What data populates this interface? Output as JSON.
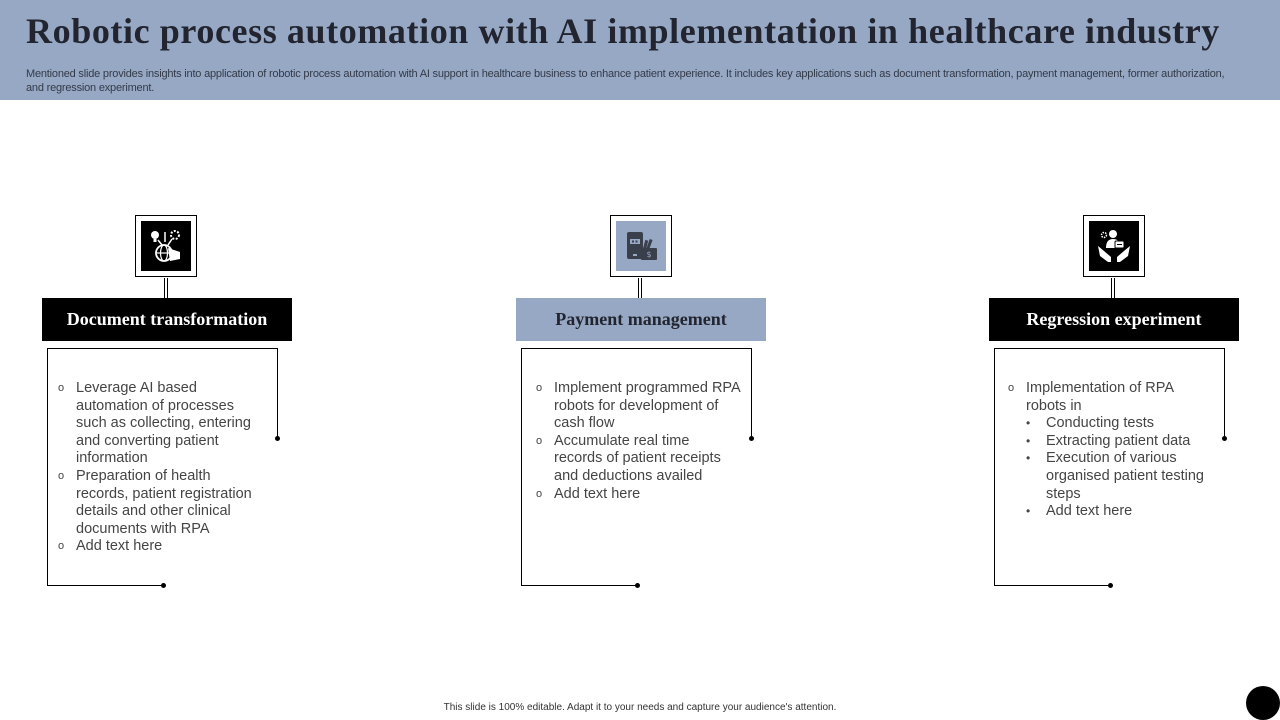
{
  "header": {
    "title": "Robotic process automation with AI implementation in healthcare industry",
    "subtitle": "Mentioned slide provides insights into application of robotic process automation with AI support in healthcare business to enhance patient experience. It includes key applications such as document transformation, payment management, former authorization, and regression experiment."
  },
  "colors": {
    "accent_blue": "#97a8c4",
    "dark": "#000000",
    "text": "#444444"
  },
  "columns": [
    {
      "icon": "globe-hand-ideas-gear-icon",
      "title": "Document transformation",
      "style": "dark",
      "items": [
        {
          "bullet": "o",
          "text": "Leverage AI based automation of processes such as collecting, entering and converting patient information"
        },
        {
          "bullet": "o",
          "text": "Preparation of health records, patient registration details and other clinical documents with RPA"
        },
        {
          "bullet": "o",
          "text": "Add text here"
        }
      ]
    },
    {
      "icon": "mobile-wallet-payment-icon",
      "title": "Payment management",
      "style": "blue",
      "items": [
        {
          "bullet": "o",
          "text": "Implement programmed RPA robots for development of cash flow"
        },
        {
          "bullet": "o",
          "text": "Accumulate real time records of patient receipts and deductions availed"
        },
        {
          "bullet": "o",
          "text": "Add text here"
        }
      ]
    },
    {
      "icon": "patient-care-hands-icon",
      "title": "Regression experiment",
      "style": "dark",
      "items": [
        {
          "bullet": "o",
          "text": "Implementation of RPA robots in"
        }
      ],
      "subitems": [
        {
          "bullet": "•",
          "text": "Conducting tests"
        },
        {
          "bullet": "•",
          "text": "Extracting patient data"
        },
        {
          "bullet": "•",
          "text": "Execution of various organised patient testing steps"
        },
        {
          "bullet": "•",
          "text": "Add text here"
        }
      ]
    }
  ],
  "footer": {
    "note": "This slide is 100% editable. Adapt it to your needs and capture your audience's attention."
  }
}
